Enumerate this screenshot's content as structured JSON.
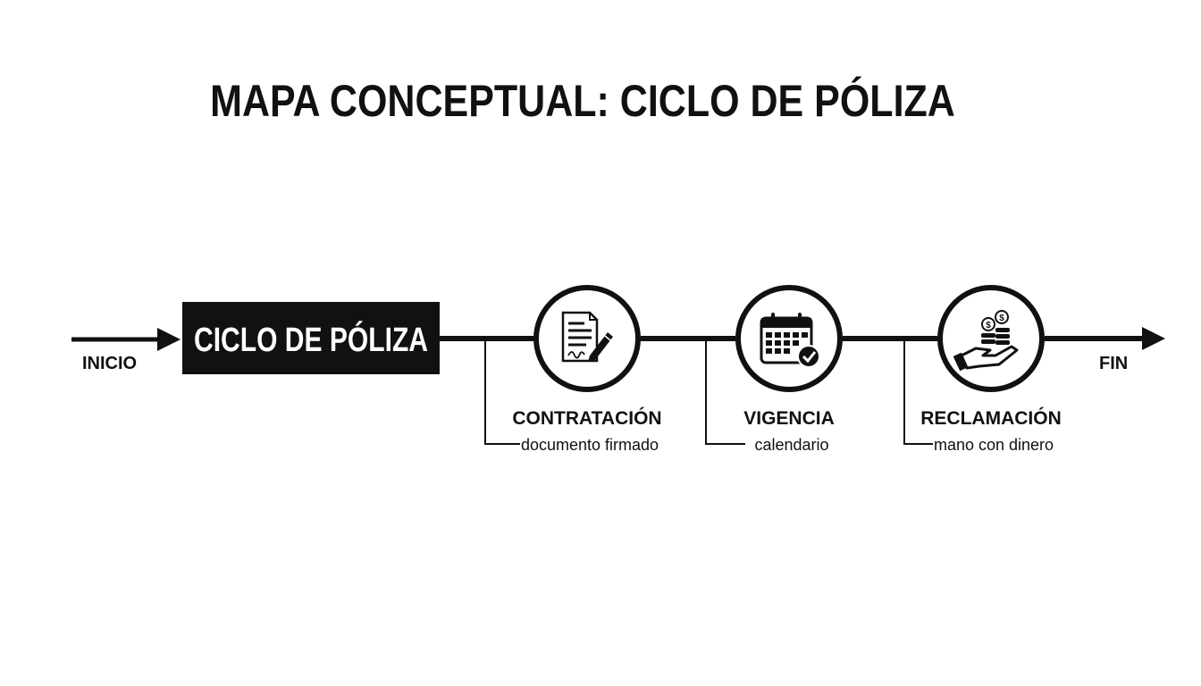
{
  "title": "MAPA CONCEPTUAL: CICLO DE PÓLIZA",
  "start_label": "INICIO",
  "end_label": "FIN",
  "central_box": {
    "label": "CICLO DE PÓLIZA"
  },
  "stages": [
    {
      "name": "CONTRATACIÓN",
      "description": "documento firmado",
      "icon": "signed-document-icon"
    },
    {
      "name": "VIGENCIA",
      "description": "calendario",
      "icon": "calendar-check-icon"
    },
    {
      "name": "RECLAMACIÓN",
      "description": "mano con dinero",
      "icon": "hand-with-money-icon"
    }
  ],
  "colors": {
    "ink": "#111111",
    "box_fill": "#111111",
    "box_text": "#ffffff",
    "background": "#ffffff"
  }
}
